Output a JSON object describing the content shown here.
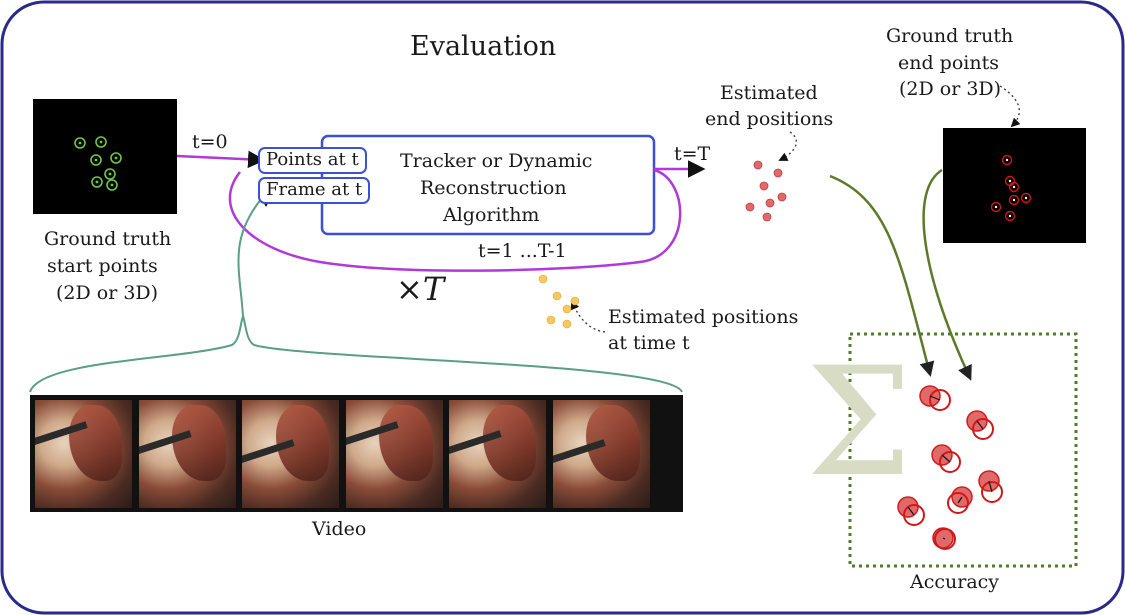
{
  "title": "Evaluation",
  "start": {
    "line1": "Ground truth",
    "line2": "start points",
    "line3": "(2D or 3D)"
  },
  "t0": "t=0",
  "inputs": {
    "points": "Points at t",
    "frame": "Frame at t"
  },
  "algo": {
    "line1": "Tracker or Dynamic",
    "line2": "Reconstruction",
    "line3": "Algorithm"
  },
  "tT": "t=T",
  "loop": {
    "range": "t=1 ...T-1",
    "times": "×T"
  },
  "est_end": {
    "line1": "Estimated",
    "line2": "end positions"
  },
  "est_t": {
    "line1": "Estimated positions",
    "line2": "at time t"
  },
  "gt_end": {
    "line1": "Ground truth",
    "line2": "end points",
    "line3": "(2D or 3D)"
  },
  "video": "Video",
  "sigma": "Σ",
  "accuracy": "Accuracy",
  "colors": {
    "frame": "#2a2a8a",
    "algo_box": "#3b50d6",
    "loop": "#b03ad8",
    "green_arrow": "#5b7a2a",
    "teal_brace": "#5a9e88",
    "red_points": "#e06a6a",
    "yellow_points": "#f5c860",
    "start_points": "#6ec64a",
    "accuracy_box": "#4f7d2a"
  }
}
